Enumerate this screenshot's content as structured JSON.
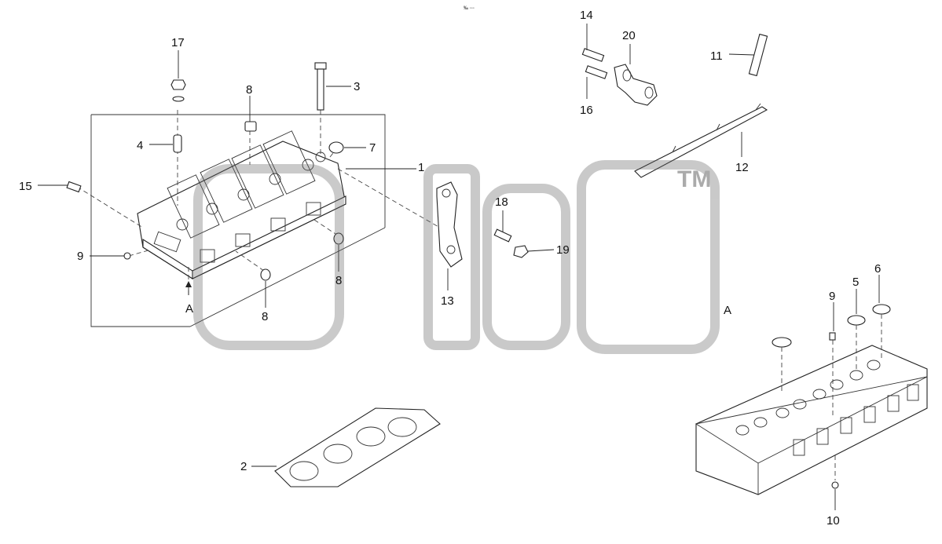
{
  "diagram": {
    "labels": {
      "p1": "1",
      "p2": "2",
      "p3": "3",
      "p4": "4",
      "p5": "5",
      "p6": "6",
      "p7": "7",
      "p8a": "8",
      "p8b": "8",
      "p8c": "8",
      "p9a": "9",
      "p9b": "9",
      "p10": "10",
      "p11": "11",
      "p12": "12",
      "p13": "13",
      "p14": "14",
      "p15": "15",
      "p16": "16",
      "p17": "17",
      "p18": "18",
      "p19": "19",
      "p20": "20",
      "view_a_left": "A",
      "view_a_right": "A"
    },
    "watermark": {
      "tm": "TM"
    },
    "tiny_mark": "‰ ◦◦◦"
  }
}
